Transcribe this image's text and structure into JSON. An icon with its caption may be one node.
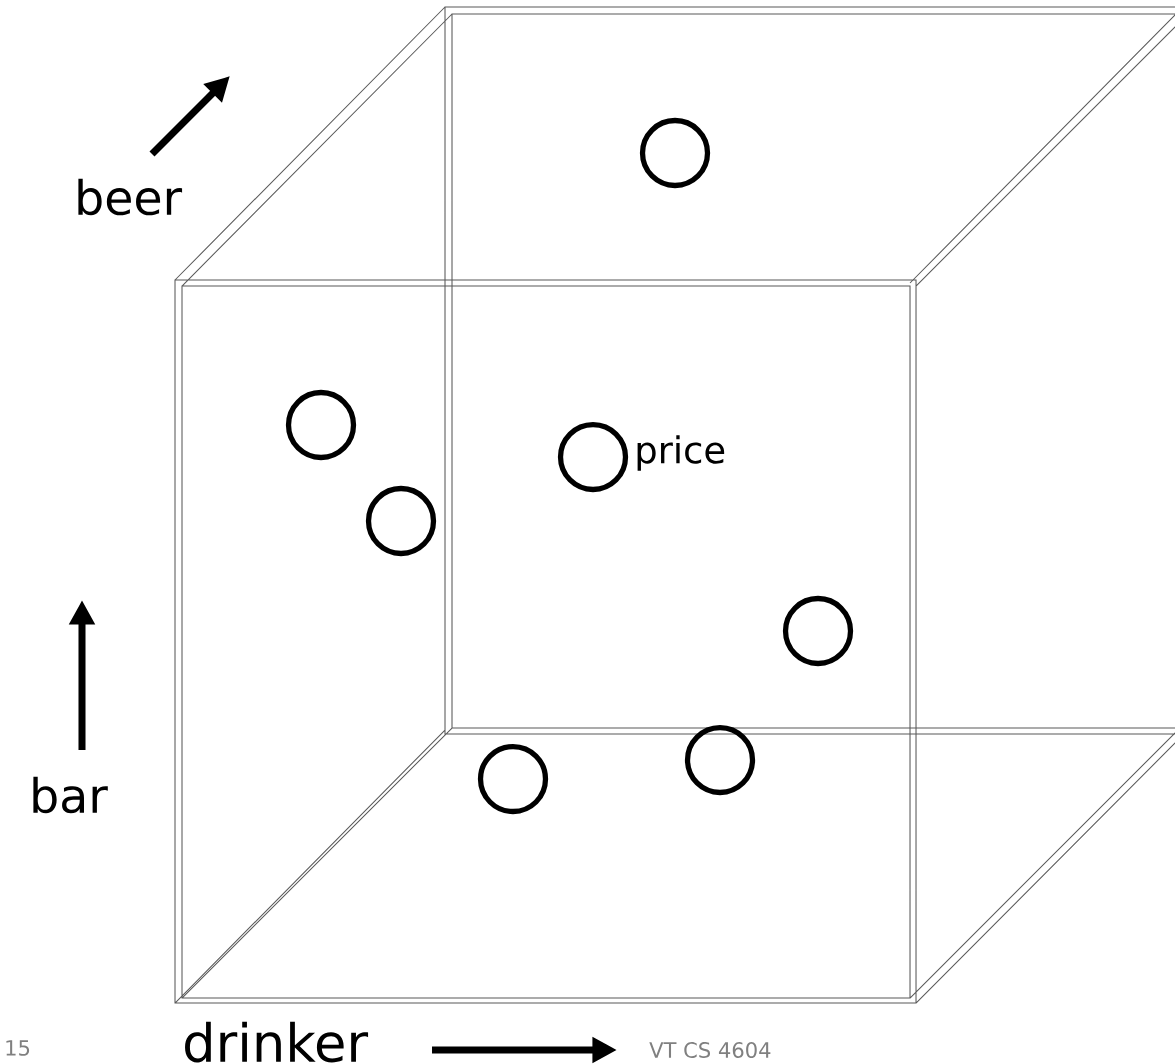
{
  "diagram": {
    "nodes": [
      {
        "text": [],
        "shape": "circle"
      },
      {
        "text": [],
        "shape": "circle"
      },
      {
        "text": [],
        "shape": "circle",
        "beside": [
          "price"
        ]
      },
      {
        "text": [],
        "shape": "circle"
      },
      {
        "text": [],
        "shape": "circle"
      },
      {
        "text": [],
        "shape": "circle"
      },
      {
        "text": [],
        "shape": "circle"
      }
    ],
    "labels": [
      "beer",
      "bar",
      "drinker",
      "15",
      "VT CS 4604"
    ]
  }
}
